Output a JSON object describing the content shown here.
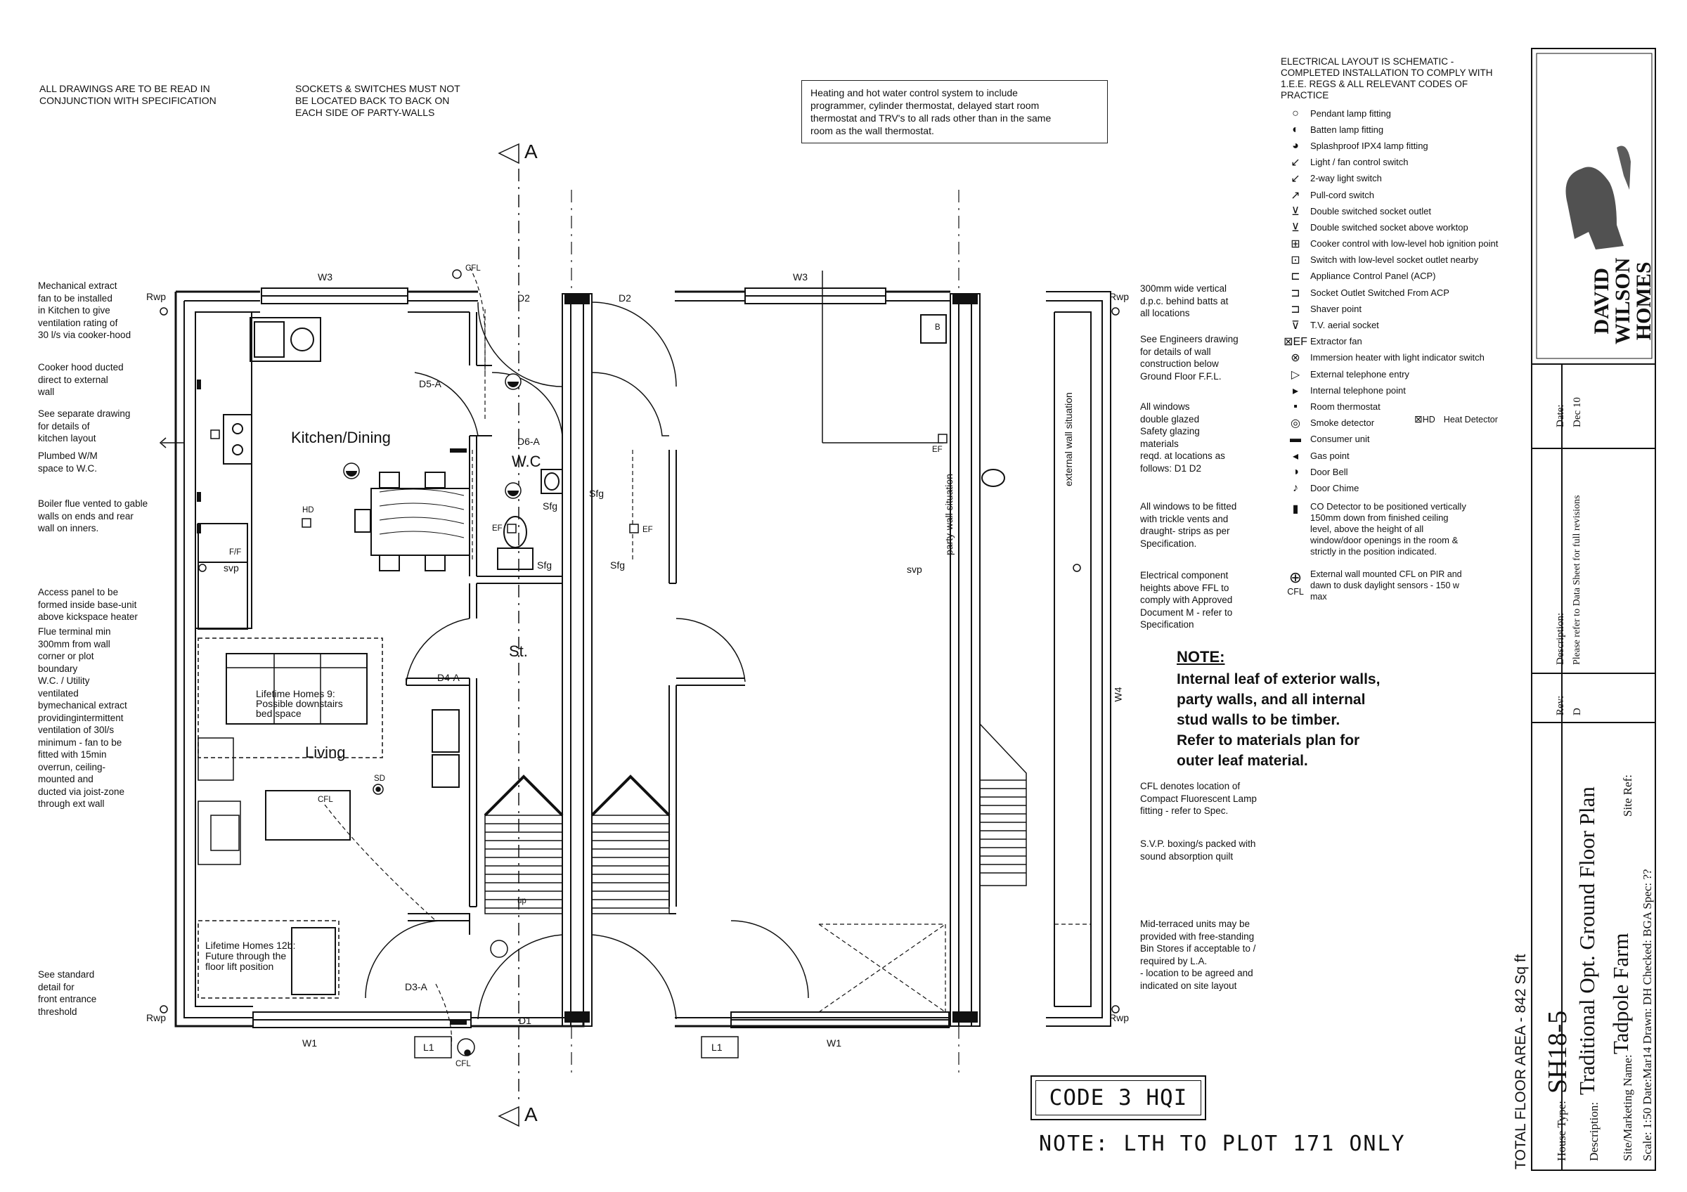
{
  "notes": {
    "read_with_spec": "ALL DRAWINGS ARE TO BE READ IN\nCONJUNCTION WITH SPECIFICATION",
    "sockets": "SOCKETS & SWITCHES MUST NOT\nBE LOCATED BACK TO BACK ON\nEACH SIDE OF PARTY-WALLS",
    "heating": "Heating and hot water control system to include\nprogrammer, cylinder thermostat, delayed start room\nthermostat and TRV's to all rads other than in the same\nroom as the wall thermostat.",
    "left": [
      "Mechanical extract\nfan to be installed\nin Kitchen to give\nventilation rating of\n30 l/s  via cooker-hood",
      "Cooker hood ducted\ndirect to external\nwall",
      "See separate drawing\nfor  details of\nkitchen layout",
      "Plumbed W/M\nspace to W.C.",
      "Boiler flue vented to gable\nwalls on ends and rear\nwall on inners.",
      "Access panel to be\nformed inside base-unit\nabove kickspace heater",
      "Flue terminal min\n300mm from wall\ncorner or plot\nboundary\nW.C. / Utility\nventilated\nbymechanical extract\nprovidingintermittent\nventilation of 30l/s\nminimum - fan to be\nfitted with 15min\noverrun, ceiling-\nmounted and\nducted via joist-zone\nthrough ext wall",
      "See standard\ndetail for\nfront entrance\nthreshold"
    ],
    "right": [
      "300mm wide vertical\nd.p.c. behind batts at\nall locations",
      "See Engineers drawing\nfor details of wall\nconstruction below\nGround Floor F.F.L.",
      "All windows\ndouble glazed\nSafety glazing\nmaterials\nreqd. at locations as\nfollows: D1 D2",
      "All windows to be fitted\nwith trickle vents and\ndraught- strips as per\nSpecification.",
      "Electrical component\nheights above FFL to\ncomply with Approved\nDocument M - refer to\nSpecification"
    ],
    "cfl": "CFL denotes location of\nCompact Fluorescent Lamp\nfitting - refer to Spec.",
    "svp": "S.V.P. boxing/s packed with\nsound absorption quilt",
    "bin": "Mid-terraced units may be\nprovided with free-standing\nBin Stores if acceptable to /\nrequired by L.A.\n - location to be agreed and\n   indicated on site layout",
    "note_title": "NOTE:",
    "note_body": "Internal leaf of exterior walls,\nparty walls, and all internal\nstud walls to be timber.\nRefer to materials plan for\nouter leaf material.",
    "code3": "CODE 3 HQI",
    "lth": "NOTE: LTH TO PLOT 171 ONLY"
  },
  "legend": {
    "title": "ELECTRICAL LAYOUT IS SCHEMATIC -\nCOMPLETED INSTALLATION TO COMPLY WITH\n1.E.E. REGS & ALL RELEVANT CODES OF\nPRACTICE",
    "items": [
      {
        "icon": "pendant-lamp-icon",
        "glyph": "○",
        "label": "Pendant lamp fitting"
      },
      {
        "icon": "batten-lamp-icon",
        "glyph": "◐",
        "label": "Batten lamp fitting"
      },
      {
        "icon": "splashproof-lamp-icon",
        "glyph": "◕",
        "label": "Splashproof IPX4 lamp fitting"
      },
      {
        "icon": "light-switch-icon",
        "glyph": "↙",
        "label": "Light / fan control switch"
      },
      {
        "icon": "two-way-switch-icon",
        "glyph": "↙",
        "label": "2-way light switch"
      },
      {
        "icon": "pull-cord-switch-icon",
        "glyph": "↗",
        "label": "Pull-cord switch"
      },
      {
        "icon": "double-socket-icon",
        "glyph": "⊻",
        "label": "Double switched socket outlet"
      },
      {
        "icon": "worktop-socket-icon",
        "glyph": "⊻",
        "label": "Double switched socket above worktop"
      },
      {
        "icon": "cooker-control-icon",
        "glyph": "⊞",
        "label": "Cooker control with low-level hob ignition point"
      },
      {
        "icon": "switch-low-socket-icon",
        "glyph": "⊡",
        "label": "Switch with low-level socket outlet nearby"
      },
      {
        "icon": "acp-icon",
        "glyph": "⊏",
        "label": "Appliance Control Panel (ACP)"
      },
      {
        "icon": "acp-socket-icon",
        "glyph": "⊐",
        "label": "Socket Outlet Switched From ACP"
      },
      {
        "icon": "shaver-point-icon",
        "glyph": "⊐",
        "label": "Shaver point"
      },
      {
        "icon": "tv-aerial-icon",
        "glyph": "⊽",
        "label": "T.V. aerial socket"
      },
      {
        "icon": "extractor-fan-icon",
        "glyph": "⊠EF",
        "label": "Extractor fan"
      },
      {
        "icon": "immersion-heater-icon",
        "glyph": "⊗",
        "label": "Immersion heater with light indicator switch"
      },
      {
        "icon": "external-telephone-icon",
        "glyph": "▷",
        "label": "External telephone entry"
      },
      {
        "icon": "internal-telephone-icon",
        "glyph": "▸",
        "label": "Internal telephone point"
      },
      {
        "icon": "room-thermostat-icon",
        "glyph": "▪",
        "label": "Room thermostat"
      },
      {
        "icon": "smoke-detector-icon",
        "glyph": "◎",
        "label": "Smoke detector"
      },
      {
        "icon": "consumer-unit-icon",
        "glyph": "▬",
        "label": "Consumer unit"
      },
      {
        "icon": "gas-point-icon",
        "glyph": "◂",
        "label": "Gas point"
      },
      {
        "icon": "door-bell-icon",
        "glyph": "◑",
        "label": "Door Bell"
      },
      {
        "icon": "door-chime-icon",
        "glyph": "♪",
        "label": "Door Chime"
      },
      {
        "icon": "co-detector-icon",
        "glyph": "▮",
        "label": "CO Detector to be positioned vertically\n150mm down from finished ceiling\nlevel, above the height of all\nwindow/door openings in the room &\nstrictly in the position indicated."
      }
    ],
    "heat_detector": "Heat Detector",
    "hd": "HD",
    "cfl_label": "CFL",
    "cfl_text": "External wall mounted CFL on PIR and\ndawn to dusk daylight sensors - 150 w\nmax"
  },
  "rooms": {
    "kitchen": "Kitchen/Dining",
    "wc": "W.C",
    "store": "St.",
    "living": "Living",
    "lifetime9": "Lifetime Homes 9:\nPossible downstairs\nbed space",
    "lifetime12b": "Lifetime Homes 12b:\nFuture through the\nfloor lift position"
  },
  "labels": {
    "A": "A",
    "W3": "W3",
    "W1": "W1",
    "W4": "W4",
    "D1": "D1",
    "D2": "D2",
    "D5A": "D5-A",
    "D6A": "D6-A",
    "D4A": "D4-A",
    "D3A": "D3-A",
    "Rwp": "Rwp",
    "svp": "svp",
    "Sfg": "Sfg",
    "EF": "EF",
    "HD": "HD",
    "SD": "SD",
    "CFL": "CFL",
    "FF": "F/F",
    "L1": "L1",
    "B": "B",
    "up": "up",
    "party_wall": "party-wall situation",
    "external_wall": "external wall situation"
  },
  "title_block": {
    "brand": "DAVID\nWILSON\nHOMES",
    "date_label": "Date:",
    "date": "Dec 10",
    "description_label": "Description:",
    "description_text": "Please refer to Data Sheet for full revisions",
    "rev_label": "Rev:",
    "rev": "D",
    "house_type_label": "House Type:",
    "house_type": "SH18-5",
    "desc2_label": "Description:",
    "desc2": "Traditional Opt. Ground Floor Plan",
    "site_label": "Site/Marketing Name:",
    "site": "Tadpole Farm",
    "site_ref_label": "Site Ref:",
    "scale_line": "Scale: 1:50    Date:Mar14    Drawn: DH    Checked: BGA  Spec: ??",
    "total_area": "TOTAL FLOOR AREA - 842 Sq ft"
  }
}
